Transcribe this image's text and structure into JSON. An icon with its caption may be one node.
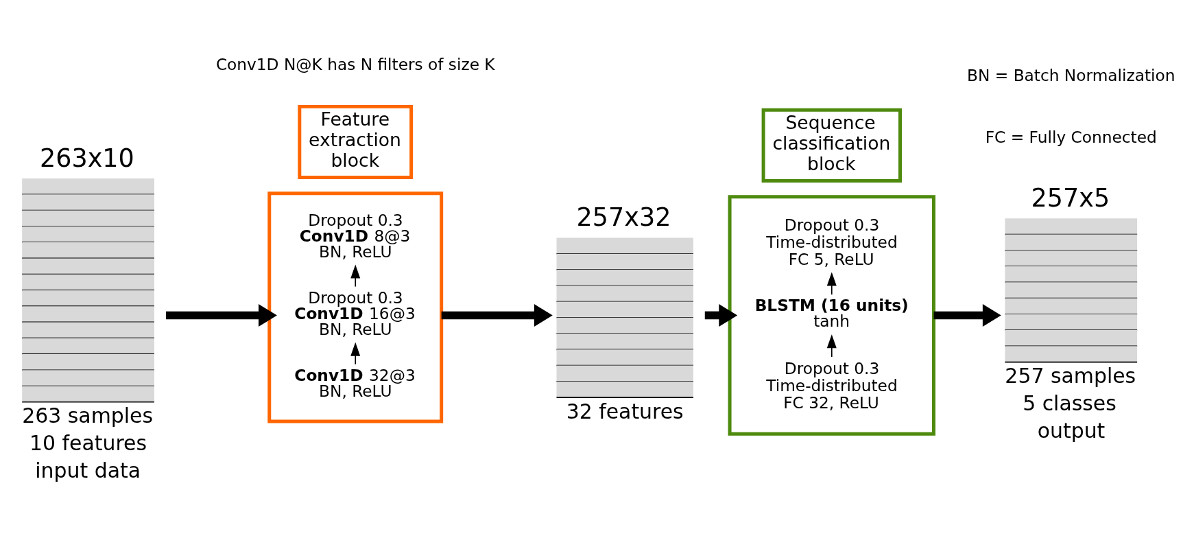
{
  "diagram": {
    "nodes": [
      {
        "text": [],
        "shape": "bar",
        "beside": [
          "263x10",
          "263 samples",
          "10 features",
          "input data"
        ]
      },
      {
        "text": [
          "Feature extraction block"
        ]
      },
      {
        "text": [],
        "shape": "box"
      },
      {
        "text": [
          "**Conv1D** 32@3 BN, ReLU"
        ],
        "in": 2
      },
      {
        "text": [
          "Dropout 0.3 **Conv1D** 16@3 BN, ReLU"
        ],
        "in": 2
      },
      {
        "text": [
          "Dropout 0.3 **Conv1D** 8@3 BN, ReLU"
        ],
        "in": 2
      },
      {
        "text": [],
        "shape": "bar",
        "beside": [
          "257x32",
          "32 features"
        ]
      },
      {
        "text": [
          "Sequence classification block"
        ]
      },
      {
        "text": [],
        "shape": "box"
      },
      {
        "text": [
          "Dropout 0.3 Time-distributed FC 32, ReLU"
        ],
        "in": 8
      },
      {
        "text": [
          "**BLSTM (16 units)** tanh"
        ],
        "in": 8
      },
      {
        "text": [
          "Dropout 0.3 Time-distributed FC 5, ReLU"
        ],
        "in": 8
      },
      {
        "text": [],
        "shape": "bar",
        "beside": [
          "257x5",
          "257 samples",
          "5 classes",
          "output"
        ]
      }
    ],
    "edges": [
      {
        "from": 0,
        "to": 2,
        "arrow": "to",
        "style": "thick"
      },
      {
        "from": 3,
        "to": 4,
        "arrow": "to"
      },
      {
        "from": 4,
        "to": 5,
        "arrow": "to"
      },
      {
        "from": 2,
        "to": 6,
        "arrow": "to",
        "style": "thick"
      },
      {
        "from": 6,
        "to": 8,
        "arrow": "to",
        "style": "thick"
      },
      {
        "from": 9,
        "to": 10,
        "arrow": "to"
      },
      {
        "from": 10,
        "to": 11,
        "arrow": "to"
      },
      {
        "from": 8,
        "to": 12,
        "arrow": "to",
        "style": "thick"
      }
    ],
    "labels": [
      "Conv1D N@K has N filters of size K",
      "FC = Fully Connected",
      "BN = Batch Normalization"
    ]
  }
}
